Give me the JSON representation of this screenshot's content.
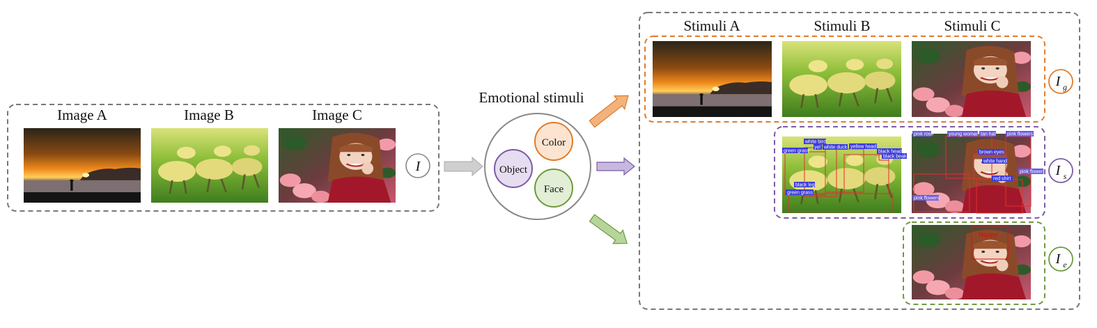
{
  "input_panel": {
    "images": [
      {
        "label": "Image A",
        "scene": "sunset"
      },
      {
        "label": "Image B",
        "scene": "goslings"
      },
      {
        "label": "Image C",
        "scene": "portrait"
      }
    ],
    "symbol": "I"
  },
  "stimuli_hub": {
    "title": "Emotional stimuli",
    "nodes": [
      {
        "label": "Color",
        "fill": "#fce4d0",
        "stroke": "#e07b2a"
      },
      {
        "label": "Object",
        "fill": "#e6ddf0",
        "stroke": "#7b5aa6"
      },
      {
        "label": "Face",
        "fill": "#e2efd6",
        "stroke": "#6e9a3c"
      }
    ]
  },
  "output_panel": {
    "columns": [
      "Stimuli A",
      "Stimuli B",
      "Stimuli C"
    ],
    "rows": [
      {
        "symbol": "I",
        "subscript": "g",
        "color": "#e07b2a"
      },
      {
        "symbol": "I",
        "subscript": "s",
        "color": "#7b5aa6"
      },
      {
        "symbol": "I",
        "subscript": "e",
        "color": "#6e9a3c"
      }
    ],
    "object_tags_b": [
      "white bird",
      "yel",
      "white duck",
      "yellow head",
      "green grass",
      "black head",
      "black beak",
      "black leg",
      "green grass"
    ],
    "object_tags_c": [
      "pink rose",
      "young woman",
      "tan hat",
      "pink flowers",
      "brown eyes",
      "white hand",
      "pink flower",
      "red shirt",
      "pink flowers"
    ],
    "face_tag": "Happy"
  },
  "colors": {
    "panel_border": "#777777",
    "arrow_gray": "#cfcfcf",
    "arrow_orange": "#f2b27c",
    "arrow_purple": "#c7b8de",
    "arrow_green": "#b7d59a"
  }
}
